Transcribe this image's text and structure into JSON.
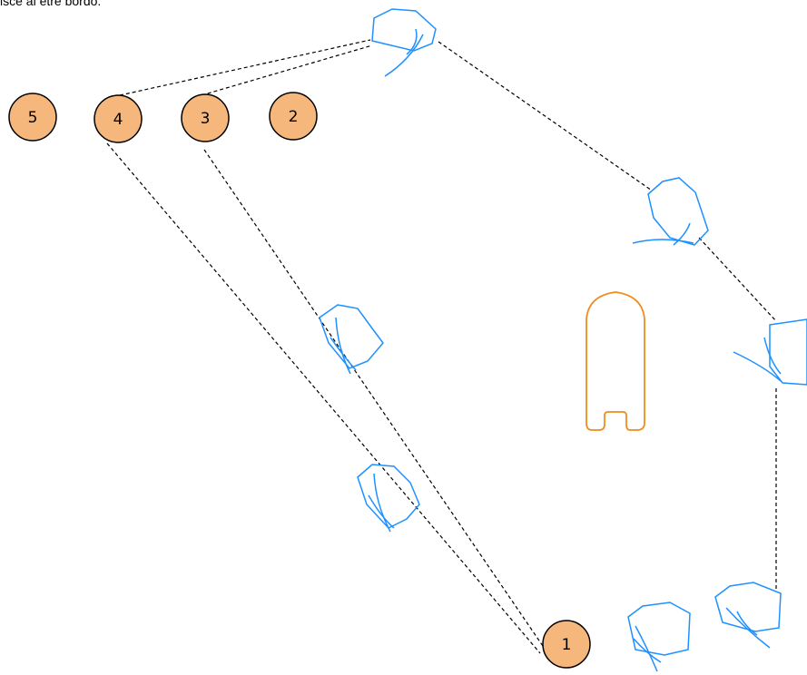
{
  "caption": "isce al etre bordo.",
  "colors": {
    "buoy_fill": "#F5B77B",
    "buoy_stroke": "#000000",
    "sailboat": "#1E90FF",
    "committee_boat": "#F08C1E",
    "course_line": "#000000"
  },
  "marks": [
    {
      "id": "1",
      "label": "1"
    },
    {
      "id": "2",
      "label": "2"
    },
    {
      "id": "3",
      "label": "3"
    },
    {
      "id": "4",
      "label": "4"
    },
    {
      "id": "5",
      "label": "5"
    }
  ],
  "icons": {
    "sailboat": "sailboat-icon",
    "committee_boat": "committee-boat-icon",
    "buoy": "buoy-icon"
  }
}
